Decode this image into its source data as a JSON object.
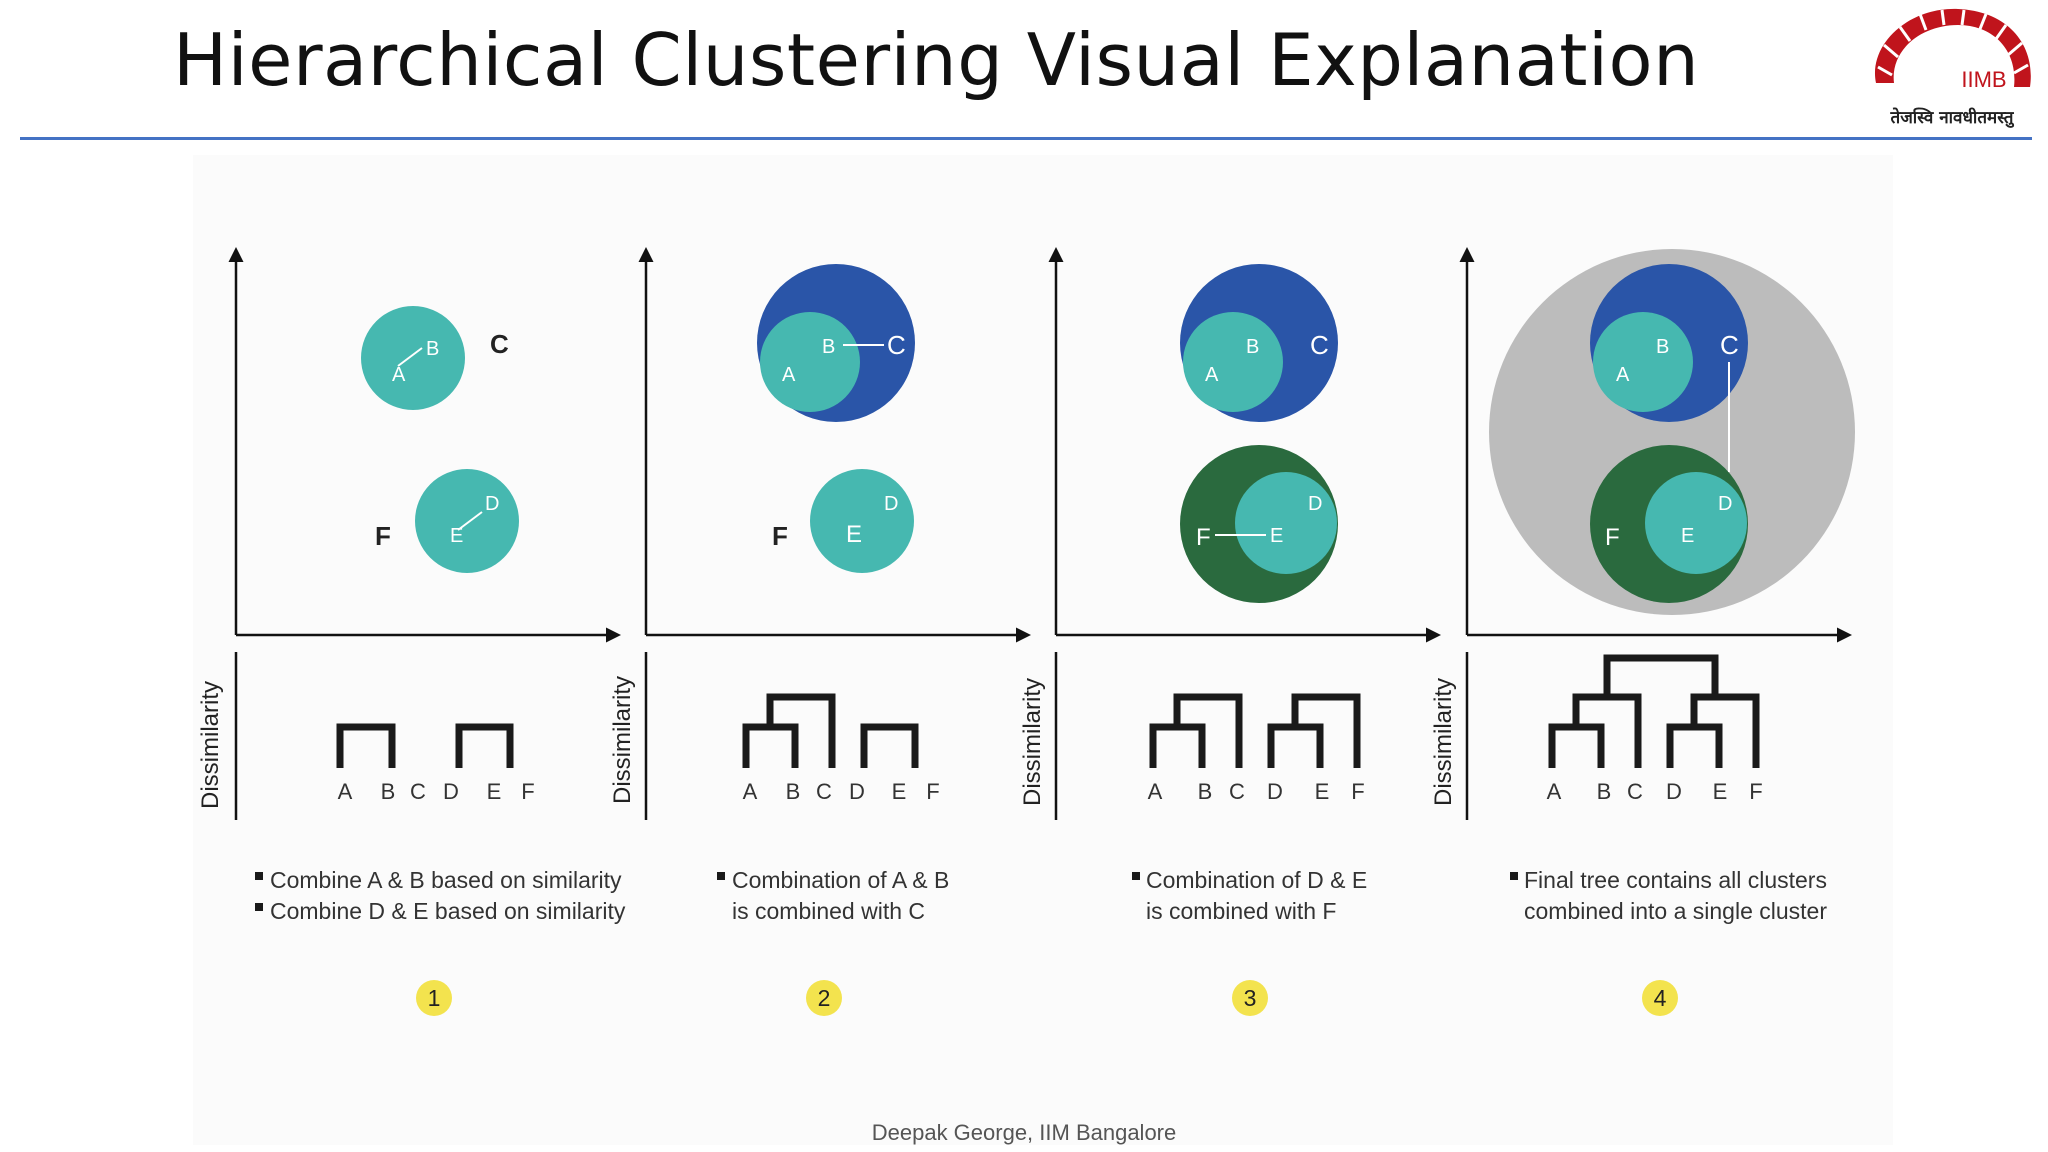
{
  "slide": {
    "title": "Hierarchical Clustering Visual Explanation",
    "footer": "Deepak George, IIM Bangalore"
  },
  "logo": {
    "text": "IIMB",
    "motto": "तेजस्वि नावधीतमस्तु",
    "color": "#c0141c"
  },
  "colors": {
    "teal": "#46b8b0",
    "blue": "#2a55a8",
    "green": "#2a6a3e",
    "gray": "#bcbcbc",
    "badge": "#f3e34e"
  },
  "axis_label": "Dissimilarity",
  "leaves": [
    "A",
    "B",
    "C",
    "D",
    "E",
    "F"
  ],
  "panels": [
    {
      "number": "1",
      "point_labels": {
        "a": "A",
        "b": "B",
        "c": "C",
        "d": "D",
        "e": "E",
        "f": "F"
      },
      "bullets": [
        "Combine A & B based on similarity",
        "Combine D & E based on similarity"
      ]
    },
    {
      "number": "2",
      "point_labels": {
        "a": "A",
        "b": "B",
        "c": "C",
        "d": "D",
        "e": "E",
        "f": "F"
      },
      "bullets": [
        "Combination of A & B",
        "is combined with C"
      ]
    },
    {
      "number": "3",
      "point_labels": {
        "a": "A",
        "b": "B",
        "c": "C",
        "d": "D",
        "e": "E",
        "f": "F"
      },
      "bullets": [
        "Combination of D & E",
        "is combined with F"
      ]
    },
    {
      "number": "4",
      "point_labels": {
        "a": "A",
        "b": "B",
        "c": "C",
        "d": "D",
        "e": "E",
        "f": "F"
      },
      "bullets": [
        "Final tree contains all clusters",
        "combined into a single cluster"
      ]
    }
  ]
}
